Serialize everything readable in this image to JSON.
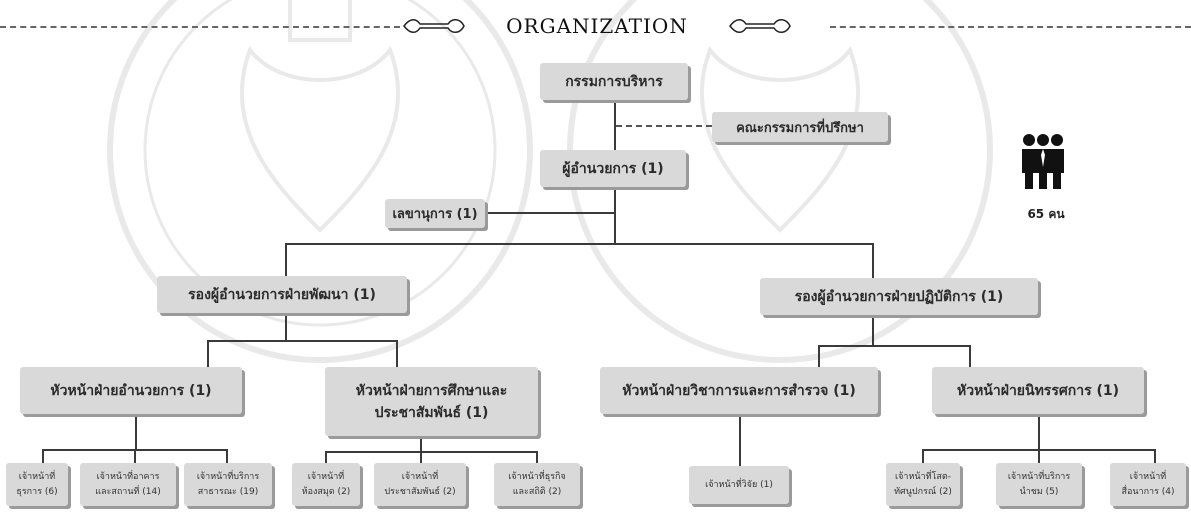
{
  "header": {
    "title": "ORGANIZATION"
  },
  "staff": {
    "count": "65 คน"
  },
  "org": {
    "board": "กรรมการบริหาร",
    "advisory": "คณะกรรมการที่ปรึกษา",
    "director": "ผู้อำนวยการ (1)",
    "secretary": "เลขานุการ (1)",
    "deputy_dev": "รองผู้อำนวยการฝ่ายพัฒนา (1)",
    "deputy_ops": "รองผู้อำนวยการฝ่ายปฏิบัติการ (1)",
    "head_admin": "หัวหน้าฝ่ายอำนวยการ (1)",
    "head_edu_line1": "หัวหน้าฝ่ายการศึกษาและ",
    "head_edu_line2": "ประชาสัมพันธ์ (1)",
    "head_research": "หัวหน้าฝ่ายวิชาการและการสำรวจ (1)",
    "head_exhibit": "หัวหน้าฝ่ายนิทรรศการ (1)",
    "staff_general_1": "เจ้าหน้าที่",
    "staff_general_2": "ธุรการ (6)",
    "staff_building_1": "เจ้าหน้าที่อาคาร",
    "staff_building_2": "และสถานที่ (14)",
    "staff_public_1": "เจ้าหน้าที่บริการ",
    "staff_public_2": "สาธารณะ (19)",
    "staff_library_1": "เจ้าหน้าที่",
    "staff_library_2": "ห้องสมุด (2)",
    "staff_pr_1": "เจ้าหน้าที่",
    "staff_pr_2": "ประชาสัมพันธ์ (2)",
    "staff_business_1": "เจ้าหน้าที่ธุรกิจ",
    "staff_business_2": "และสถิติ (2)",
    "staff_research": "เจ้าหน้าที่วิจัย (1)",
    "staff_av_1": "เจ้าหน้าที่โสต-",
    "staff_av_2": "ทัศนูปกรณ์ (2)",
    "staff_service_1": "เจ้าหน้าที่บริการ",
    "staff_service_2": "นำชม (5)",
    "staff_tech_1": "เจ้าหน้าที่",
    "staff_tech_2": "สื่อนาการ (4)"
  },
  "colors": {
    "box": "#d9d9d9",
    "shadow": "#9a9a9a",
    "line": "#3a3a3a"
  },
  "icons": {
    "staff": "people-group-icon",
    "ribbon": "scroll-ribbon-icon"
  }
}
